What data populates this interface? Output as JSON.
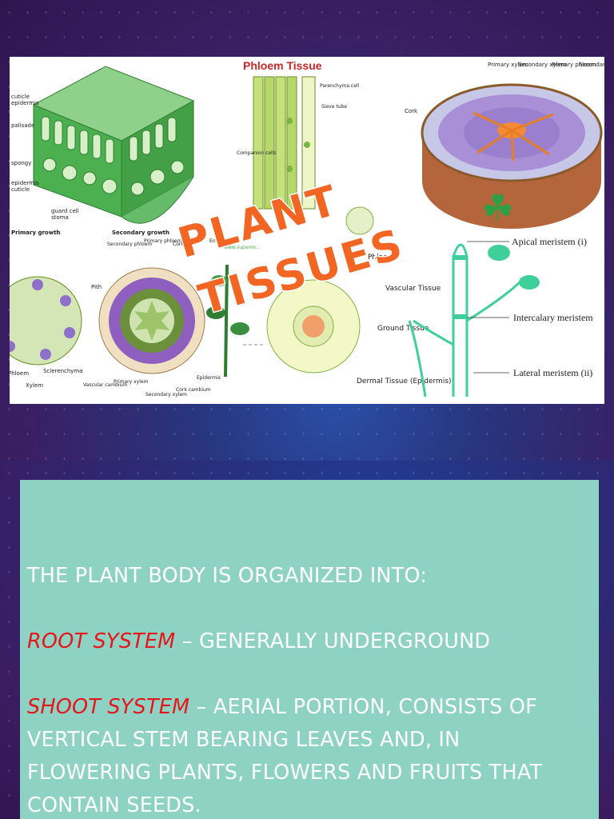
{
  "collage": {
    "title_line1": "PLANT",
    "title_line2": "TISSUES",
    "phloem_heading": "Phloem Tissue",
    "leaf_labels": [
      "cuticle",
      "epidermis",
      "palisade",
      "spongy",
      "epidermis",
      "cuticle",
      "guard cell",
      "stoma"
    ],
    "phloem_labels": [
      "Parenchyma cell",
      "Sieve tube",
      "Companion cells"
    ],
    "stem_labels": [
      "Primary xylem",
      "Secondary xylem",
      "Primary phloem",
      "Secondary phloem",
      "Cork"
    ],
    "growth_labels": [
      "Primary growth",
      "Secondary growth"
    ],
    "root_labels": [
      "Pith",
      "Phloem",
      "Sclerenchyma",
      "Xylem"
    ],
    "secondary_labels": [
      "Secondary phloem",
      "Primary phloem",
      "Cork",
      "Vascular cambium",
      "Primary xylem",
      "Secondary xylem",
      "Cork cambium",
      "Epidermis"
    ],
    "tissue_labels": [
      "Phloem",
      "Vascular Tissue",
      "Ground Tissue",
      "Dermal Tissue (Epidermis)",
      "Endodermis"
    ],
    "meristem_labels": [
      "Apical meristem (i)",
      "Intercalary meristem",
      "Lateral meristem (ii)"
    ],
    "website": "www.superior..."
  },
  "content": {
    "line1": "The plant body  is organized into:",
    "root_term": "Root system",
    "root_desc": " – generally underground",
    "shoot_term": "Shoot system",
    "shoot_desc": " – aerial portion, consists of vertical stem bearing leaves and, in flowering plants, flowers and fruits that contain seeds."
  },
  "colors": {
    "background": "#2f1550",
    "text_box": "#8ed2c3",
    "title_fill": "#f26522",
    "term_red": "#e5171b"
  }
}
